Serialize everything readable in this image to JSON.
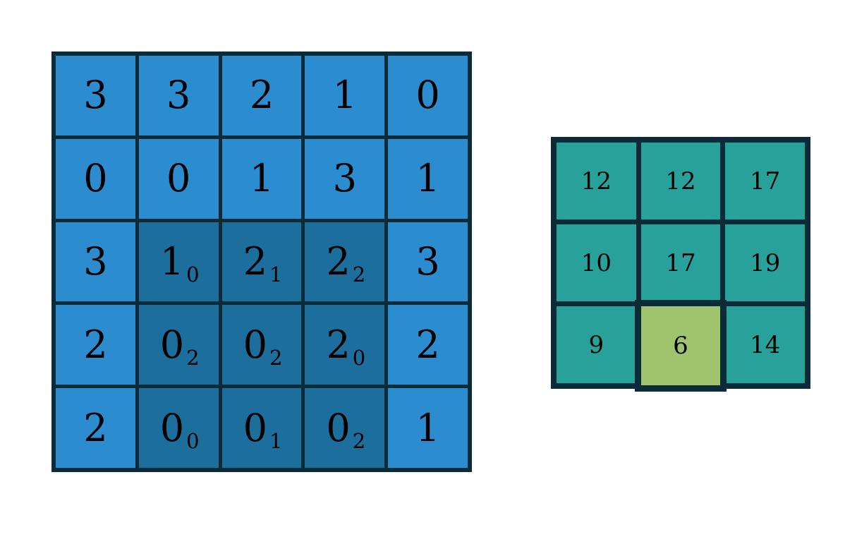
{
  "figure": {
    "kind": "two-matrix-grid-illustration",
    "background_color": "#ffffff"
  },
  "colors": {
    "grid_border": "#0b2b38",
    "input_cell": "#2b8cd0",
    "input_cell_shaded": "#1c6e9c",
    "output_cell": "#27a199",
    "output_cell_highlight": "#9ec46d",
    "text": "#000000"
  },
  "chart_data": {
    "type": "heatmap",
    "title": "",
    "xlabel": "",
    "ylabel": "",
    "grids": [
      {
        "name": "input-grid",
        "rows": 5,
        "cols": 5,
        "values": [
          [
            3,
            3,
            2,
            1,
            0
          ],
          [
            0,
            0,
            1,
            3,
            1
          ],
          [
            3,
            1,
            2,
            2,
            3
          ],
          [
            2,
            0,
            0,
            2,
            2
          ],
          [
            2,
            0,
            0,
            0,
            1
          ]
        ],
        "subscripts": [
          [
            null,
            null,
            null,
            null,
            null
          ],
          [
            null,
            null,
            null,
            null,
            null
          ],
          [
            null,
            "0",
            "1",
            "2",
            null
          ],
          [
            null,
            "2",
            "2",
            "0",
            null
          ],
          [
            null,
            "0",
            "1",
            "2",
            null
          ]
        ],
        "shaded": [
          [
            false,
            false,
            false,
            false,
            false
          ],
          [
            false,
            false,
            false,
            false,
            false
          ],
          [
            false,
            true,
            true,
            true,
            false
          ],
          [
            false,
            true,
            true,
            true,
            false
          ],
          [
            false,
            true,
            true,
            true,
            false
          ]
        ]
      },
      {
        "name": "output-grid",
        "rows": 3,
        "cols": 3,
        "values": [
          [
            12,
            12,
            17
          ],
          [
            10,
            17,
            19
          ],
          [
            9,
            6,
            14
          ]
        ],
        "highlighted": [
          [
            false,
            false,
            false
          ],
          [
            false,
            false,
            false
          ],
          [
            false,
            true,
            false
          ]
        ]
      }
    ]
  },
  "input_grid": {
    "cells": [
      {
        "value": "3",
        "sub": "",
        "shaded": false
      },
      {
        "value": "3",
        "sub": "",
        "shaded": false
      },
      {
        "value": "2",
        "sub": "",
        "shaded": false
      },
      {
        "value": "1",
        "sub": "",
        "shaded": false
      },
      {
        "value": "0",
        "sub": "",
        "shaded": false
      },
      {
        "value": "0",
        "sub": "",
        "shaded": false
      },
      {
        "value": "0",
        "sub": "",
        "shaded": false
      },
      {
        "value": "1",
        "sub": "",
        "shaded": false
      },
      {
        "value": "3",
        "sub": "",
        "shaded": false
      },
      {
        "value": "1",
        "sub": "",
        "shaded": false
      },
      {
        "value": "3",
        "sub": "",
        "shaded": false
      },
      {
        "value": "1",
        "sub": "0",
        "shaded": true
      },
      {
        "value": "2",
        "sub": "1",
        "shaded": true
      },
      {
        "value": "2",
        "sub": "2",
        "shaded": true
      },
      {
        "value": "3",
        "sub": "",
        "shaded": false
      },
      {
        "value": "2",
        "sub": "",
        "shaded": false
      },
      {
        "value": "0",
        "sub": "2",
        "shaded": true
      },
      {
        "value": "0",
        "sub": "2",
        "shaded": true
      },
      {
        "value": "2",
        "sub": "0",
        "shaded": true
      },
      {
        "value": "2",
        "sub": "",
        "shaded": false
      },
      {
        "value": "2",
        "sub": "",
        "shaded": false
      },
      {
        "value": "0",
        "sub": "0",
        "shaded": true
      },
      {
        "value": "0",
        "sub": "1",
        "shaded": true
      },
      {
        "value": "0",
        "sub": "2",
        "shaded": true
      },
      {
        "value": "1",
        "sub": "",
        "shaded": false
      }
    ]
  },
  "output_grid": {
    "cells": [
      {
        "value": "12",
        "highlight": false
      },
      {
        "value": "12",
        "highlight": false
      },
      {
        "value": "17",
        "highlight": false
      },
      {
        "value": "10",
        "highlight": false
      },
      {
        "value": "17",
        "highlight": false
      },
      {
        "value": "19",
        "highlight": false
      },
      {
        "value": "9",
        "highlight": false
      },
      {
        "value": "6",
        "highlight": true
      },
      {
        "value": "14",
        "highlight": false
      }
    ]
  }
}
